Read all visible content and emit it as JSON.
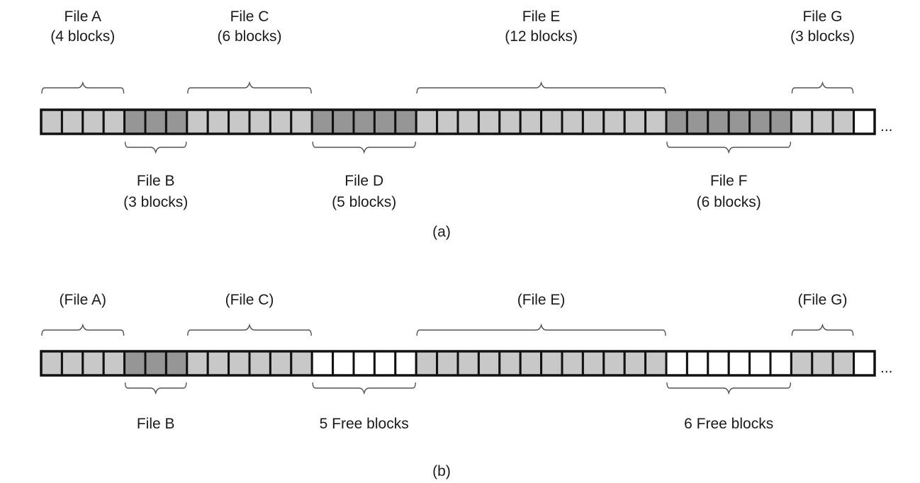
{
  "figure": {
    "colors": {
      "light_block": "#c8c8c8",
      "dark_block": "#969696",
      "free_block": "#ffffff",
      "border": "#111111",
      "brace": "#555555",
      "text": "#1a1a1a"
    },
    "ellipsis": "...",
    "panels": [
      {
        "id": "a",
        "caption": "(a)",
        "blocks": [
          "light",
          "light",
          "light",
          "light",
          "dark",
          "dark",
          "dark",
          "light",
          "light",
          "light",
          "light",
          "light",
          "light",
          "dark",
          "dark",
          "dark",
          "dark",
          "dark",
          "light",
          "light",
          "light",
          "light",
          "light",
          "light",
          "light",
          "light",
          "light",
          "light",
          "light",
          "light",
          "dark",
          "dark",
          "dark",
          "dark",
          "dark",
          "dark",
          "light",
          "light",
          "light",
          "free"
        ],
        "segments": [
          {
            "name": "File A",
            "sub": "(4 blocks)",
            "start": 0,
            "count": 4,
            "side": "top"
          },
          {
            "name": "File B",
            "sub": "(3 blocks)",
            "start": 4,
            "count": 3,
            "side": "bottom"
          },
          {
            "name": "File C",
            "sub": "(6 blocks)",
            "start": 7,
            "count": 6,
            "side": "top"
          },
          {
            "name": "File D",
            "sub": "(5 blocks)",
            "start": 13,
            "count": 5,
            "side": "bottom"
          },
          {
            "name": "File E",
            "sub": "(12 blocks)",
            "start": 18,
            "count": 12,
            "side": "top"
          },
          {
            "name": "File F",
            "sub": "(6 blocks)",
            "start": 30,
            "count": 6,
            "side": "bottom"
          },
          {
            "name": "File G",
            "sub": "(3 blocks)",
            "start": 36,
            "count": 3,
            "side": "top"
          }
        ]
      },
      {
        "id": "b",
        "caption": "(b)",
        "blocks": [
          "light",
          "light",
          "light",
          "light",
          "dark",
          "dark",
          "dark",
          "light",
          "light",
          "light",
          "light",
          "light",
          "light",
          "free",
          "free",
          "free",
          "free",
          "free",
          "light",
          "light",
          "light",
          "light",
          "light",
          "light",
          "light",
          "light",
          "light",
          "light",
          "light",
          "light",
          "free",
          "free",
          "free",
          "free",
          "free",
          "free",
          "light",
          "light",
          "light",
          "free"
        ],
        "segments": [
          {
            "name": "(File A)",
            "sub": "",
            "start": 0,
            "count": 4,
            "side": "top"
          },
          {
            "name": "File B",
            "sub": "",
            "start": 4,
            "count": 3,
            "side": "bottom"
          },
          {
            "name": "(File C)",
            "sub": "",
            "start": 7,
            "count": 6,
            "side": "top"
          },
          {
            "name": "5 Free blocks",
            "sub": "",
            "start": 13,
            "count": 5,
            "side": "bottom"
          },
          {
            "name": "(File E)",
            "sub": "",
            "start": 18,
            "count": 12,
            "side": "top"
          },
          {
            "name": "6 Free blocks",
            "sub": "",
            "start": 30,
            "count": 6,
            "side": "bottom"
          },
          {
            "name": "(File G)",
            "sub": "",
            "start": 36,
            "count": 3,
            "side": "top"
          }
        ]
      }
    ]
  }
}
